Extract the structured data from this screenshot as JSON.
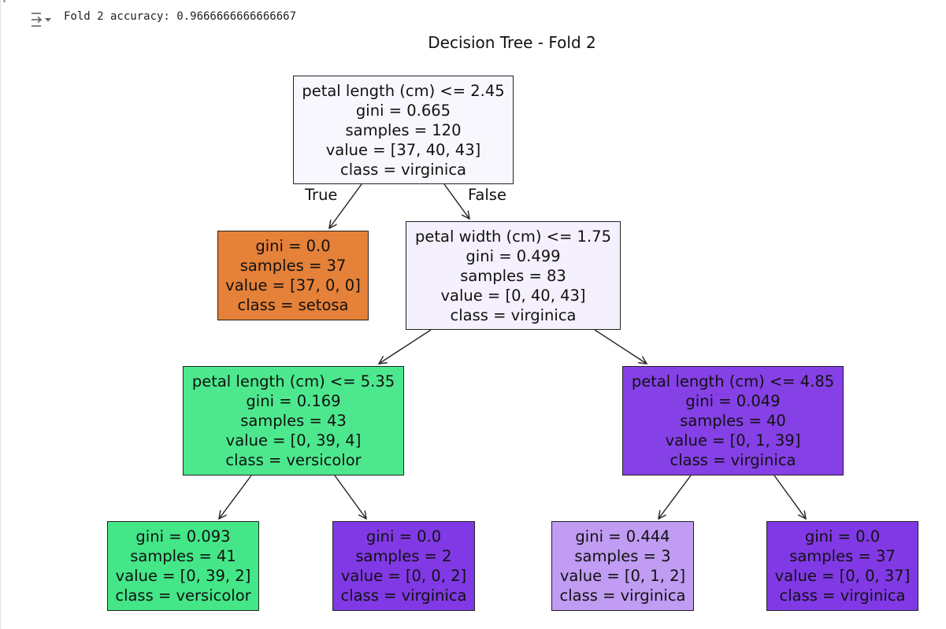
{
  "cell_output": {
    "toggle_icon": "output-collapse-icon",
    "text": "Fold 2 accuracy: 0.9666666666666667"
  },
  "plot": {
    "title": "Decision Tree - Fold 2",
    "edge_labels": {
      "true": "True",
      "false": "False"
    },
    "nodes": [
      {
        "id": "root",
        "fill": "#f9f7fe",
        "lines": [
          "petal length (cm) <= 2.45",
          "gini = 0.665",
          "samples = 120",
          "value = [37, 40, 43]",
          "class = virginica"
        ]
      },
      {
        "id": "setosa-leaf",
        "fill": "#e58139",
        "lines": [
          "gini = 0.0",
          "samples = 37",
          "value = [37, 0, 0]",
          "class = setosa"
        ]
      },
      {
        "id": "petal-width-split",
        "fill": "#f5f0fd",
        "lines": [
          "petal width (cm) <= 1.75",
          "gini = 0.499",
          "samples = 83",
          "value = [0, 40, 43]",
          "class = virginica"
        ]
      },
      {
        "id": "left-split",
        "fill": "#4de88e",
        "lines": [
          "petal length (cm) <= 5.35",
          "gini = 0.169",
          "samples = 43",
          "value = [0, 39, 4]",
          "class = versicolor"
        ]
      },
      {
        "id": "right-split",
        "fill": "#8540e6",
        "lines": [
          "petal length (cm) <= 4.85",
          "gini = 0.049",
          "samples = 40",
          "value = [0, 1, 39]",
          "class = virginica"
        ]
      },
      {
        "id": "leaf-1",
        "fill": "#44e688",
        "lines": [
          "gini = 0.093",
          "samples = 41",
          "value = [0, 39, 2]",
          "class = versicolor"
        ]
      },
      {
        "id": "leaf-2",
        "fill": "#8139e5",
        "lines": [
          "gini = 0.0",
          "samples = 2",
          "value = [0, 0, 2]",
          "class = virginica"
        ]
      },
      {
        "id": "leaf-3",
        "fill": "#c09cf2",
        "lines": [
          "gini = 0.444",
          "samples = 3",
          "value = [0, 1, 2]",
          "class = virginica"
        ]
      },
      {
        "id": "leaf-4",
        "fill": "#8139e5",
        "lines": [
          "gini = 0.0",
          "samples = 37",
          "value = [0, 0, 37]",
          "class = virginica"
        ]
      }
    ]
  }
}
